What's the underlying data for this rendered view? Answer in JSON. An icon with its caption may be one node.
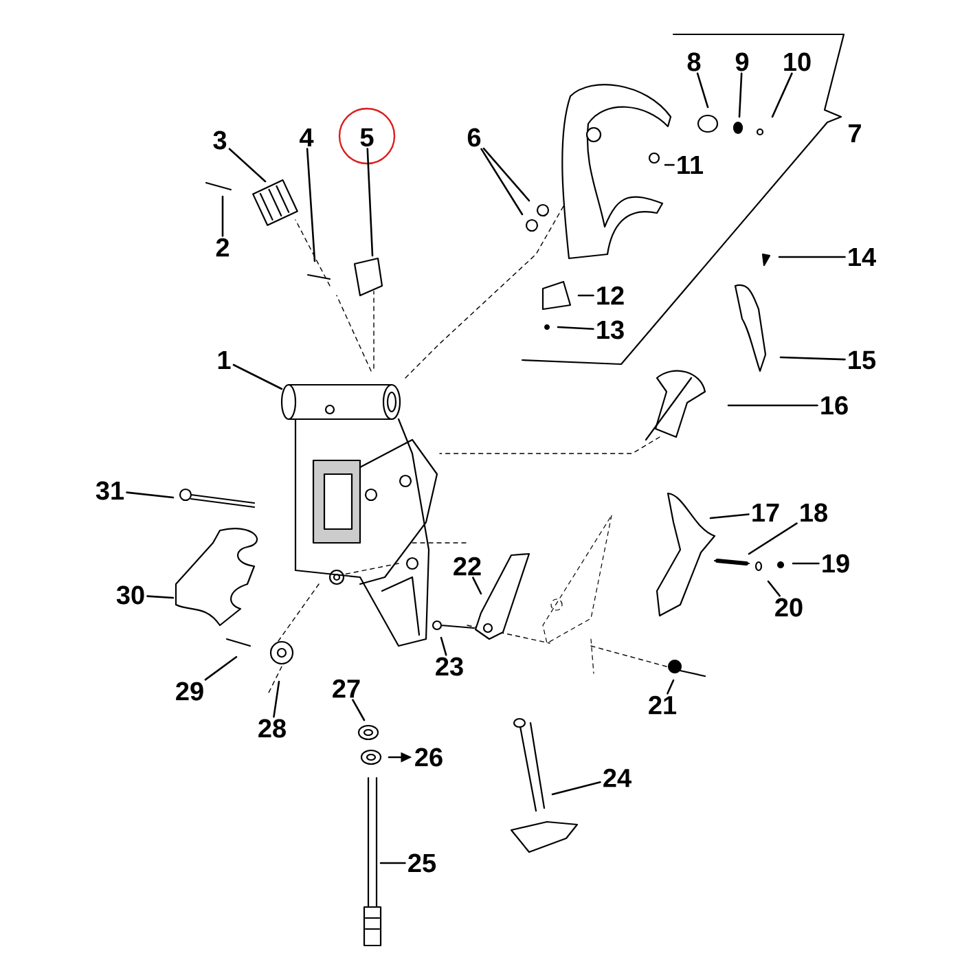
{
  "diagram": {
    "nodes": [
      {
        "text": [
          "1"
        ]
      },
      {
        "text": [
          "2"
        ]
      },
      {
        "text": [
          "3"
        ]
      },
      {
        "text": [
          "4"
        ]
      },
      {
        "text": [
          "5"
        ]
      },
      {
        "text": [
          "6"
        ]
      },
      {
        "text": [
          "8"
        ]
      },
      {
        "text": [
          "9"
        ]
      },
      {
        "text": [
          "10"
        ]
      },
      {
        "text": [
          "11"
        ]
      },
      {
        "text": [
          "12"
        ]
      },
      {
        "text": [
          "13"
        ]
      },
      {
        "text": [
          "14"
        ]
      },
      {
        "text": [
          "15"
        ]
      },
      {
        "text": [
          "16"
        ]
      },
      {
        "text": [
          "17"
        ]
      },
      {
        "text": [
          "18"
        ]
      },
      {
        "text": [
          "19"
        ]
      },
      {
        "text": [
          "20"
        ]
      },
      {
        "text": [
          "21"
        ]
      },
      {
        "text": [
          "22"
        ]
      },
      {
        "text": [
          "23"
        ]
      },
      {
        "text": [
          "24"
        ]
      },
      {
        "text": [
          "25"
        ]
      },
      {
        "text": [
          "26"
        ]
      },
      {
        "text": [
          "27"
        ]
      },
      {
        "text": [
          "28"
        ]
      },
      {
        "text": [
          "29"
        ]
      },
      {
        "text": [
          "30"
        ]
      },
      {
        "text": [
          "31"
        ]
      }
    ],
    "edges": [
      {
        "from": 0,
        "to": null,
        "arrow": "none"
      },
      {
        "from": 1,
        "to": null,
        "arrow": "none"
      },
      {
        "from": 2,
        "to": null,
        "arrow": "none"
      },
      {
        "from": 3,
        "to": null,
        "arrow": "none"
      },
      {
        "from": 4,
        "to": null,
        "arrow": "none"
      },
      {
        "from": 5,
        "to": null,
        "arrow": "none"
      },
      {
        "from": 5,
        "to": null,
        "arrow": "none"
      },
      {
        "from": 6,
        "to": null,
        "arrow": "none"
      },
      {
        "from": 7,
        "to": null,
        "arrow": "none"
      },
      {
        "from": 8,
        "to": null,
        "arrow": "none"
      },
      {
        "from": 9,
        "to": null,
        "arrow": "none"
      },
      {
        "from": 10,
        "to": null,
        "arrow": "none"
      },
      {
        "from": 11,
        "to": null,
        "arrow": "none"
      },
      {
        "from": 12,
        "to": null,
        "arrow": "none"
      },
      {
        "from": 13,
        "to": null,
        "arrow": "none"
      },
      {
        "from": 14,
        "to": null,
        "arrow": "none"
      },
      {
        "from": 15,
        "to": null,
        "arrow": "none"
      },
      {
        "from": 16,
        "to": null,
        "arrow": "none"
      },
      {
        "from": 17,
        "to": null,
        "arrow": "none"
      },
      {
        "from": 18,
        "to": null,
        "arrow": "none"
      },
      {
        "from": 19,
        "to": null,
        "arrow": "none"
      },
      {
        "from": 20,
        "to": null,
        "arrow": "none"
      },
      {
        "from": 21,
        "to": null,
        "arrow": "none"
      },
      {
        "from": 22,
        "to": null,
        "arrow": "none"
      },
      {
        "from": 23,
        "to": null,
        "arrow": "none"
      },
      {
        "from": null,
        "to": 24,
        "arrow": "to"
      },
      {
        "from": 25,
        "to": null,
        "arrow": "none"
      },
      {
        "from": 26,
        "to": null,
        "arrow": "none"
      },
      {
        "from": 27,
        "to": null,
        "arrow": "none"
      },
      {
        "from": 28,
        "to": null,
        "arrow": "none"
      },
      {
        "from": 29,
        "to": null,
        "arrow": "none"
      }
    ],
    "labels": [
      "7"
    ]
  }
}
